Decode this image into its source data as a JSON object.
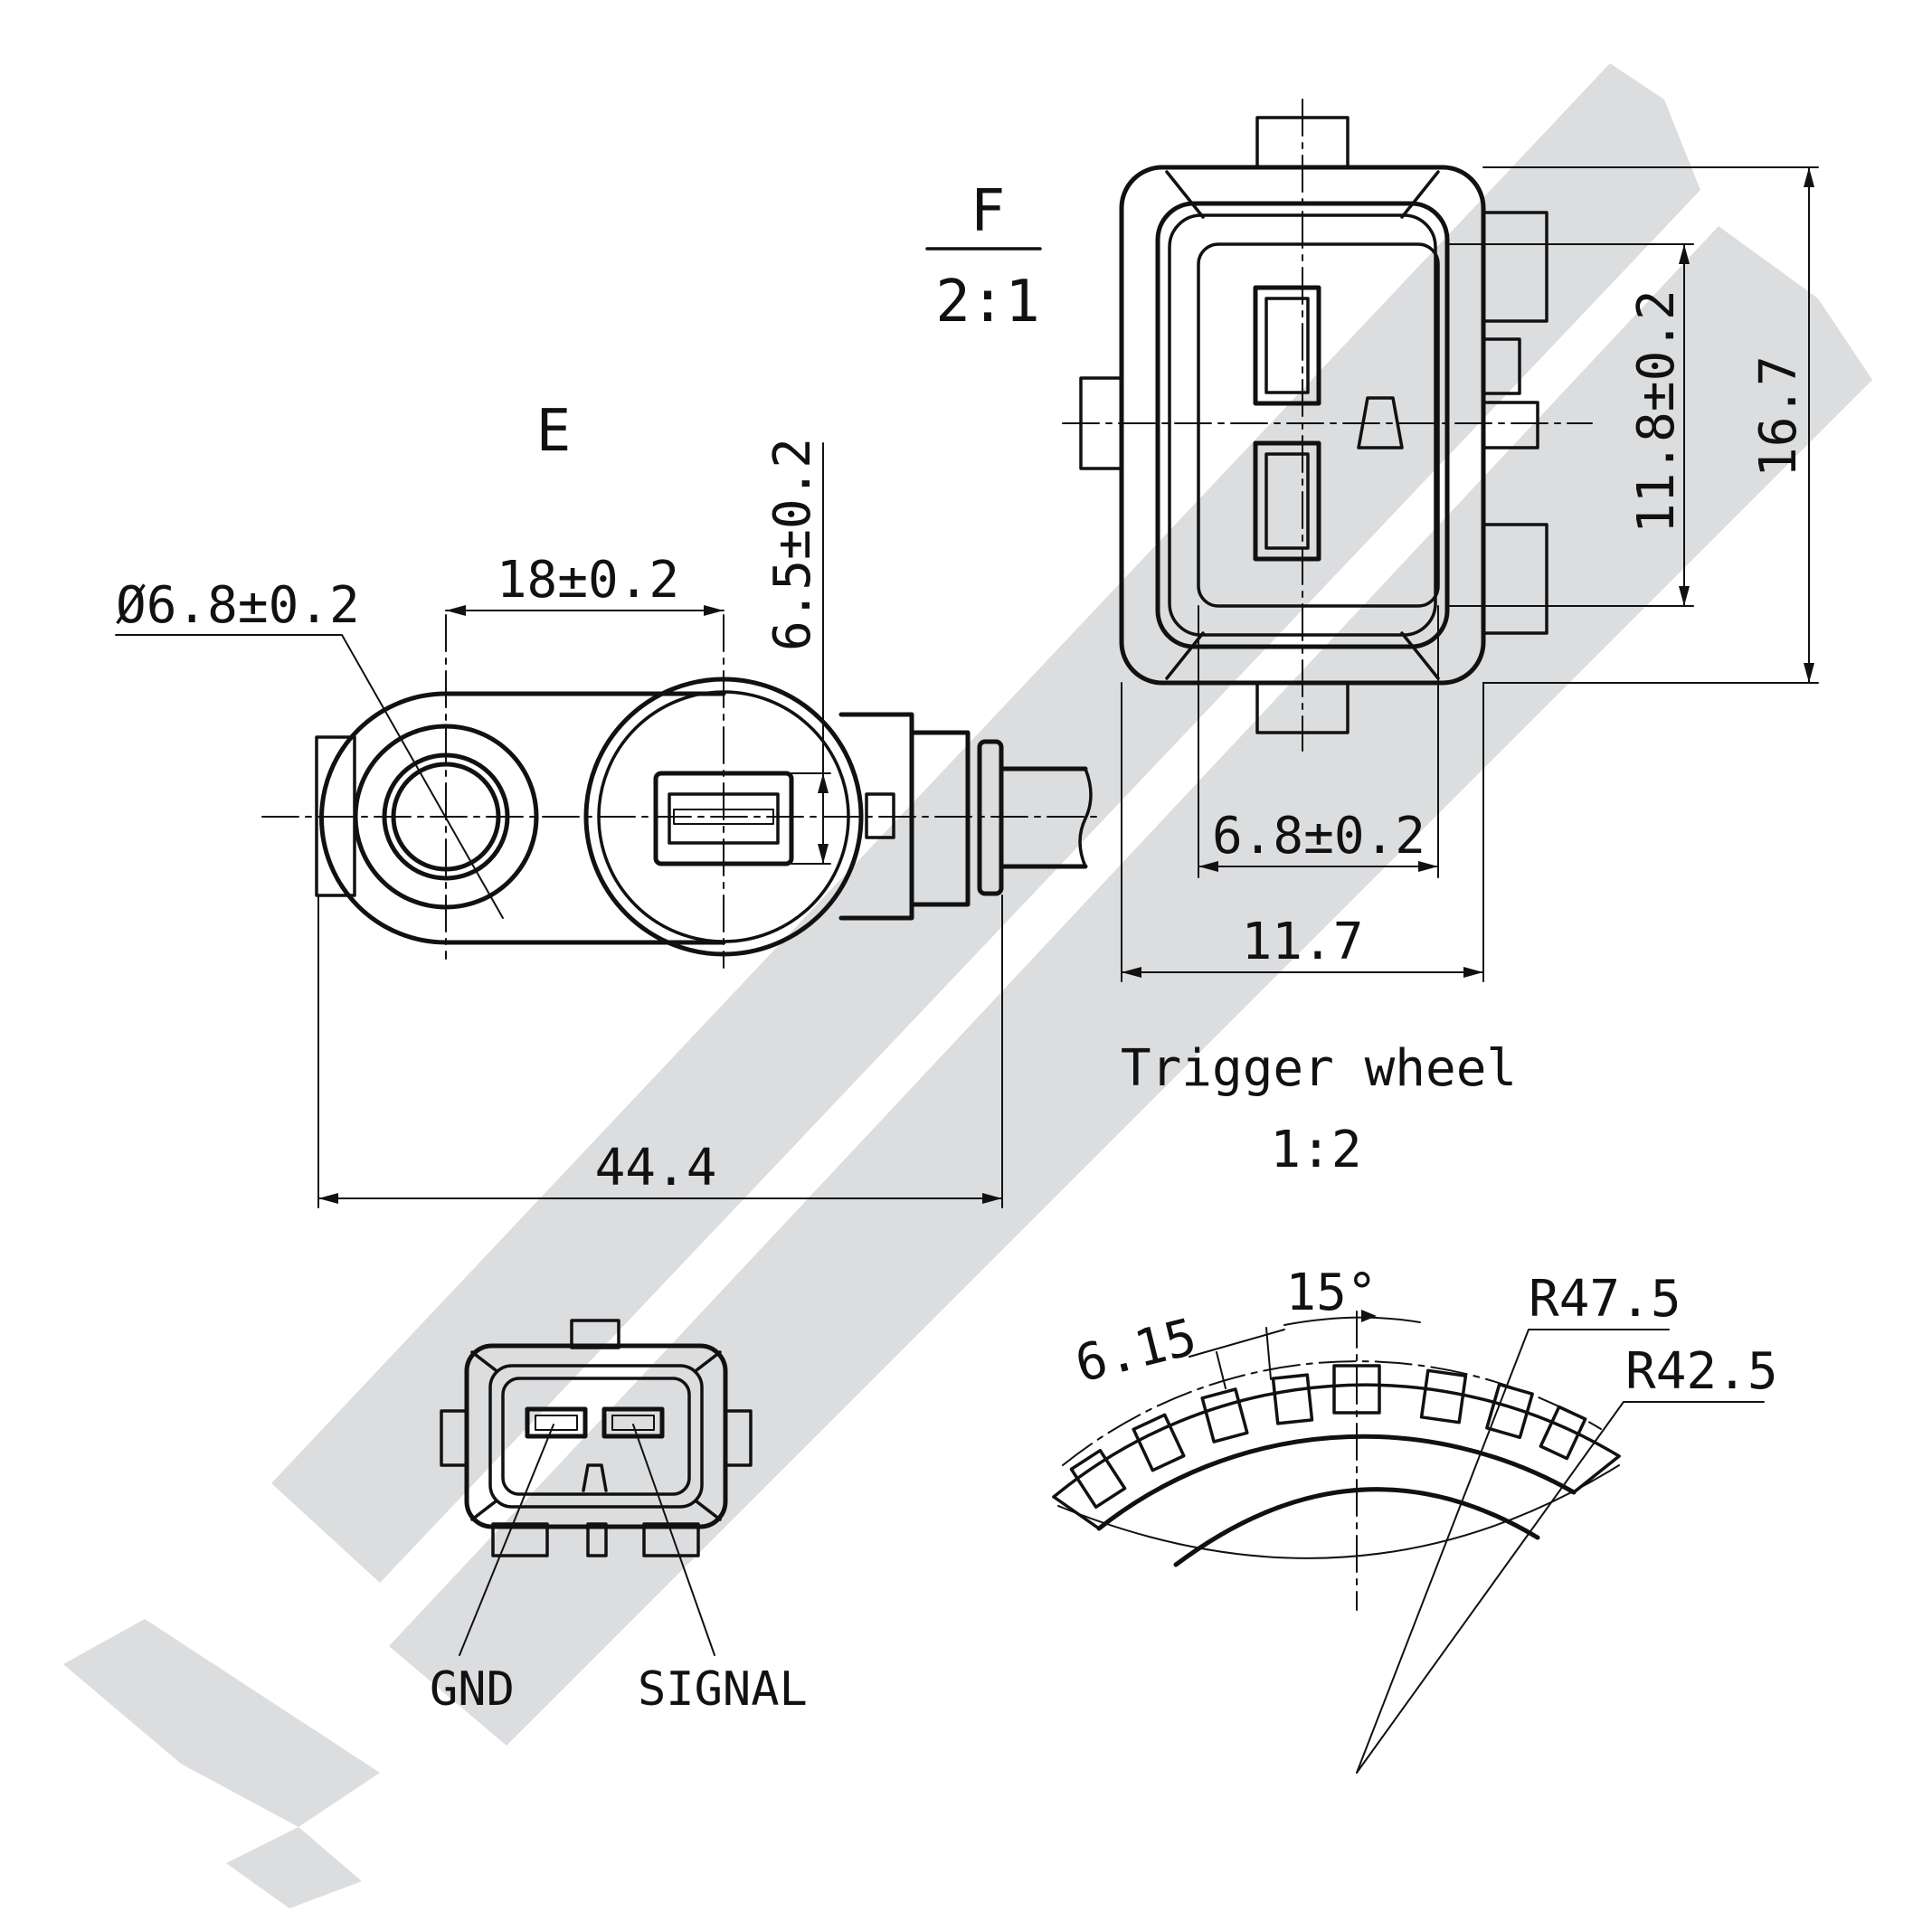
{
  "watermark": {
    "color": "#dcdddf"
  },
  "view_e": {
    "title": "E",
    "dim_hole_diameter": "Ø6.8±0.2",
    "dim_hole_spacing": "18±0.2",
    "dim_terminal_height": "6.5±0.2",
    "dim_overall_length": "44.4"
  },
  "view_f": {
    "title": "F",
    "scale": "2:1",
    "dim_inner_height": "11.8±0.2",
    "dim_outer_height": "16.7",
    "dim_inner_width": "6.8±0.2",
    "dim_outer_width": "11.7"
  },
  "connector": {
    "pin_left": "GND",
    "pin_right": "SIGNAL"
  },
  "trigger_wheel": {
    "title": "Trigger wheel",
    "scale": "1:2",
    "dim_tooth": "6.15",
    "dim_angle": "15°",
    "dim_outer_radius": "R47.5",
    "dim_inner_radius": "R42.5"
  }
}
